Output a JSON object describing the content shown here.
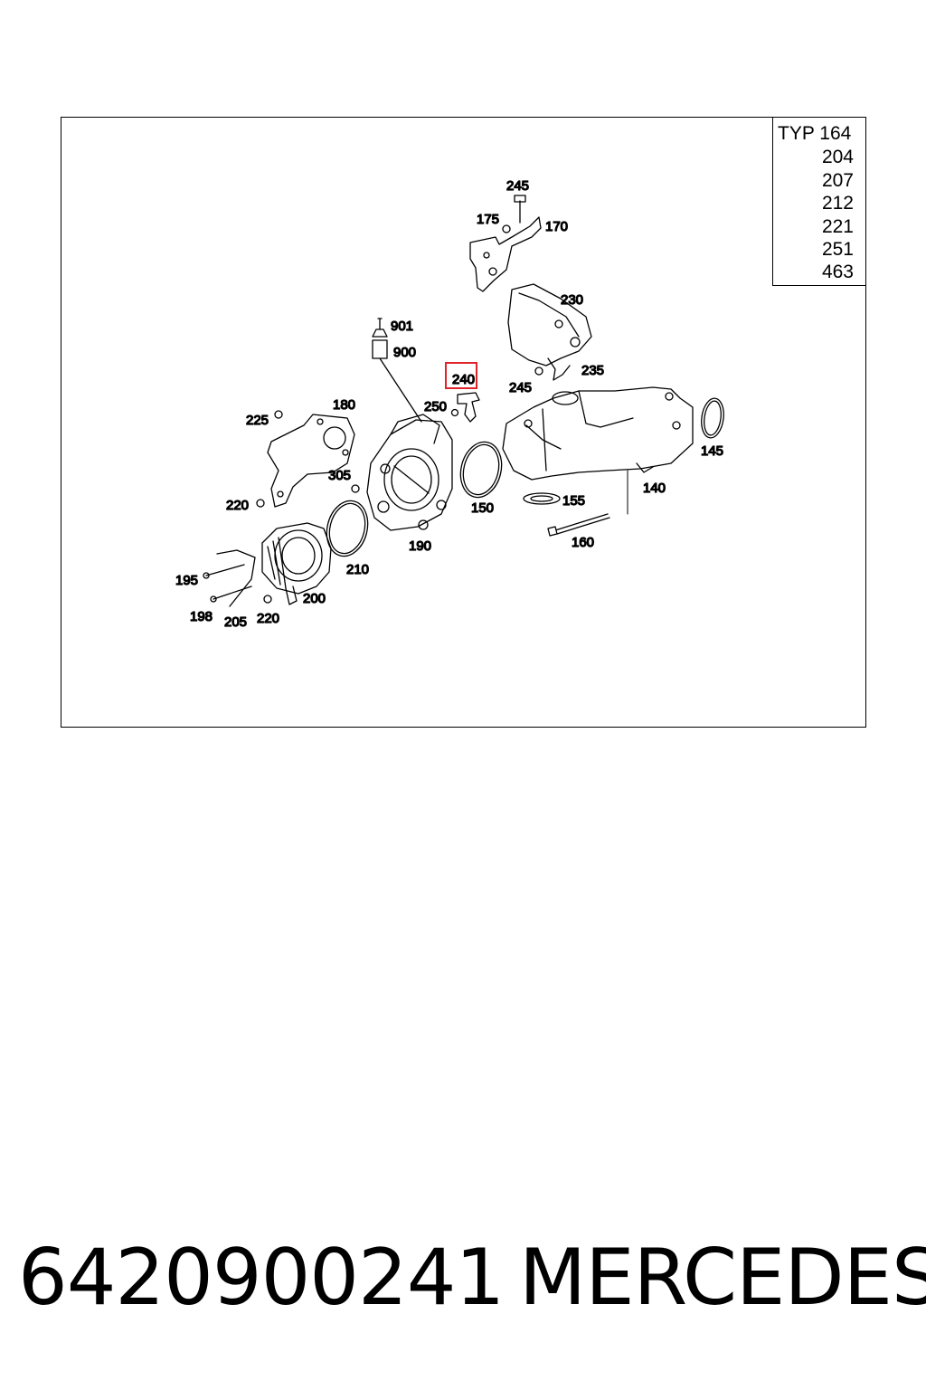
{
  "typ_table": {
    "label": "TYP 164",
    "values": [
      "204",
      "207",
      "212",
      "221",
      "251",
      "463"
    ]
  },
  "callouts": {
    "c245a": "245",
    "c175": "175",
    "c170": "170",
    "c230": "230",
    "c901": "901",
    "c900": "900",
    "c240": "240",
    "c235": "235",
    "c245b": "245",
    "c250": "250",
    "c180": "180",
    "c225": "225",
    "c145": "145",
    "c305": "305",
    "c140": "140",
    "c220a": "220",
    "c150": "150",
    "c155": "155",
    "c160": "160",
    "c210": "210",
    "c190": "190",
    "c195": "195",
    "c200": "200",
    "c198": "198",
    "c205": "205",
    "c220b": "220"
  },
  "highlighted_callout": "240",
  "colors": {
    "highlight": "#e0242b",
    "line": "#000000"
  },
  "footer": {
    "part_number": "6420900241",
    "brand": "MERCEDES"
  }
}
